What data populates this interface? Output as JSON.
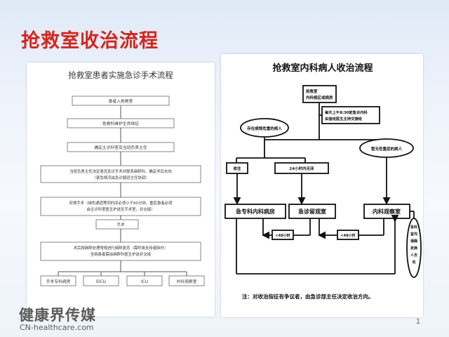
{
  "slide": {
    "title": "抢救室收治流程",
    "page_number": "1",
    "logo_text_cn": "健康界传媒",
    "logo_text_en": "CN-healthcare.com"
  },
  "left_flow": {
    "title": "抢救室患者实施急诊手术流程",
    "steps": [
      [
        "患者入抢救室"
      ],
      [
        "急救科维护生命体征"
      ],
      [
        "确定主诊科室及当班负责主任"
      ],
      [
        "当班负责主任决定是否急诊手术并联系麻醉科、确定术后去向",
        "（紧急情况由急诊循班主任协调）"
      ],
      [
        "安排手术（绿色通道等同时间必须小于60分钟，重症患者必须",
        "由主诊科室医生护送至手术室，并交接）"
      ],
      [
        "手术"
      ],
      [
        "术后按麻醉处理常规进行麻醉复苏（需呼吸支持者除外）",
        "全麻患者需由麻醉科医生护送并交接"
      ]
    ],
    "destinations": [
      "手术专科病房",
      "EICU",
      "ICU",
      "外科观察室"
    ]
  },
  "right_flow": {
    "title": "抢救室内科病人收治流程",
    "top_box": [
      "抢救室",
      "内科病区或病房"
    ],
    "time_rule": [
      "每天上午8:30前急诊内科",
      "由值班医生主持交接班"
    ],
    "oval_left": "存在病情危重的病人",
    "oval_right": "暂无危重症的病人",
    "label_admit": "收住",
    "label_24h": "24小时内无床",
    "wards": [
      "急专科内科病房",
      "急诊留观室",
      "内科观察室"
    ],
    "transfer_label_1": "<48小时",
    "transfer_label_2": "<48小时",
    "side_note": [
      "各科",
      "室沟",
      "通确",
      "定病",
      "人去",
      "向"
    ],
    "note": "注：对收治指征有争议者，由急诊部主任决定收治方向。"
  },
  "colors": {
    "title_red": "#d2261e",
    "panel_white": "#ffffff",
    "line_dark": "#111111"
  }
}
